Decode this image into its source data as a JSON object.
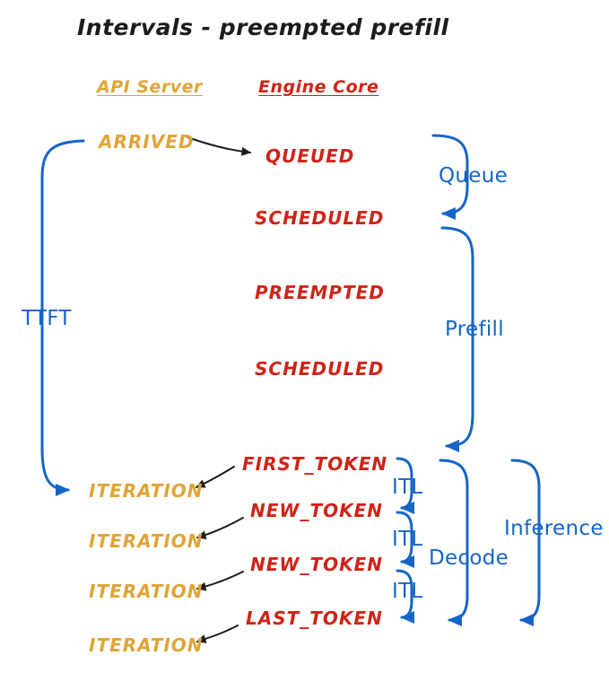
{
  "title": "Intervals - preempted prefill",
  "colors": {
    "api": "#E2A335",
    "engine": "#CE2417",
    "interval": "#1565C8",
    "ink": "#1C1C1C"
  },
  "columns": {
    "api_server": "API Server",
    "engine_core": "Engine Core"
  },
  "api_events": [
    "ARRIVED",
    "ITERATION",
    "ITERATION",
    "ITERATION",
    "ITERATION"
  ],
  "engine_events": [
    "QUEUED",
    "SCHEDULED",
    "PREEMPTED",
    "SCHEDULED",
    "FIRST_TOKEN",
    "NEW_TOKEN",
    "NEW_TOKEN",
    "LAST_TOKEN"
  ],
  "intervals": {
    "ttft": "TTFT",
    "queue": "Queue",
    "prefill": "Prefill",
    "decode": "Decode",
    "inference": "Inference",
    "itl": [
      "ITL",
      "ITL",
      "ITL"
    ]
  }
}
